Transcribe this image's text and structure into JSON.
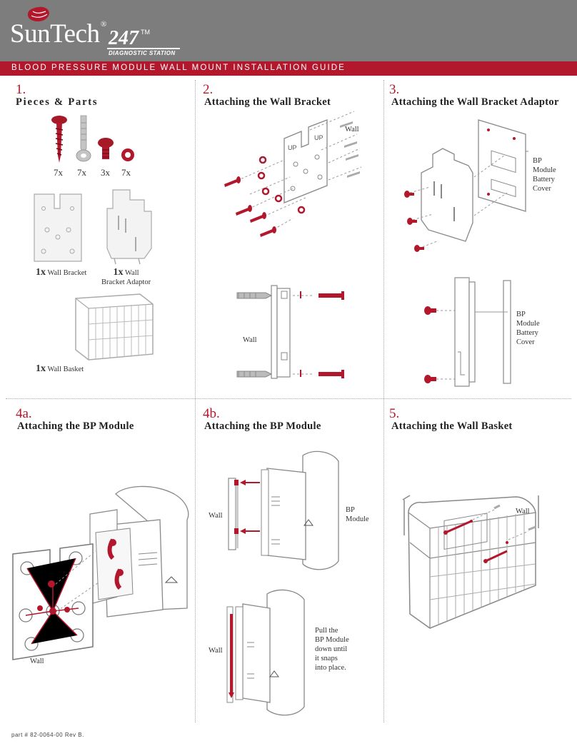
{
  "header": {
    "brand": "SunTech",
    "registered": "®",
    "model": "247",
    "trademark": "TM",
    "subtitle": "DIAGNOSTIC STATION"
  },
  "banner": {
    "text": "BLOOD PRESSURE MODULE WALL MOUNT INSTALLATION GUIDE"
  },
  "colors": {
    "accent": "#b3172c",
    "header_gray": "#7d7d7d"
  },
  "sections": {
    "s1": {
      "number": "1.",
      "title": "Pieces & Parts",
      "quantities": [
        "7x",
        "7x",
        "3x",
        "7x"
      ],
      "wall_bracket": {
        "qty": "1x",
        "label": "Wall Bracket"
      },
      "bracket_adaptor": {
        "qty": "1x",
        "label_line1": "Wall",
        "label_line2": "Bracket Adaptor"
      },
      "wall_basket": {
        "qty": "1x",
        "label": "Wall Basket"
      }
    },
    "s2": {
      "number": "2.",
      "title": "Attaching the Wall Bracket",
      "wall_label_top": "Wall",
      "wall_label_side": "Wall",
      "bracket_text": "UP"
    },
    "s3": {
      "number": "3.",
      "title": "Attaching the Wall Bracket Adaptor",
      "callout_top": [
        "BP",
        "Module",
        "Battery",
        "Cover"
      ],
      "callout_side": [
        "BP",
        "Module",
        "Battery",
        "Cover"
      ]
    },
    "s4a": {
      "number": "4a.",
      "title": "Attaching the BP Module",
      "wall_label": "Wall"
    },
    "s4b": {
      "number": "4b.",
      "title": "Attaching the BP Module",
      "wall_label_top": "Wall",
      "module_label": [
        "BP",
        "Module"
      ],
      "wall_label_bottom": "Wall",
      "instruction": [
        "Pull the",
        "BP Module",
        "down until",
        "it snaps",
        "into place."
      ]
    },
    "s5": {
      "number": "5.",
      "title": "Attaching the Wall Basket",
      "wall_label": "Wall"
    }
  },
  "footer": {
    "part": "part # 82-0064-00 Rev B."
  }
}
